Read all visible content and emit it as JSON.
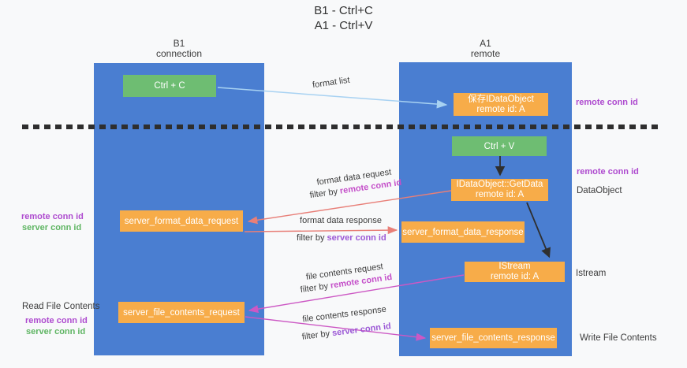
{
  "title": {
    "line1": "B1 - Ctrl+C",
    "line2": "A1 - Ctrl+V"
  },
  "lanes": {
    "left": {
      "name": "B1",
      "subtitle": "connection"
    },
    "right": {
      "name": "A1",
      "subtitle": "remote"
    }
  },
  "nodes": {
    "ctrl_c": {
      "label": "Ctrl + C"
    },
    "save_idataobject": {
      "line1": "保存IDataObject",
      "line2": "remote id: A"
    },
    "ctrl_v": {
      "label": "Ctrl + V"
    },
    "getdata": {
      "line1": "IDataObject::GetData",
      "line2": "remote id: A"
    },
    "format_request": {
      "label": "server_format_data_request"
    },
    "format_response": {
      "label": "server_format_data_response"
    },
    "istream": {
      "line1": "IStream",
      "line2": "remote id: A"
    },
    "file_request": {
      "label": "server_file_contents_request"
    },
    "file_response": {
      "label": "server_file_contents_response"
    }
  },
  "edges": {
    "format_list": {
      "label": "format list"
    },
    "format_data_request": {
      "title": "format data request",
      "filter_prefix": "filter by ",
      "filter_value": "remote conn id"
    },
    "format_data_response": {
      "title": "format data response",
      "filter_prefix": "filter by ",
      "filter_value": "server conn id"
    },
    "file_contents_request": {
      "title": "file contents request",
      "filter_prefix": "filter by ",
      "filter_value": "remote conn id"
    },
    "file_contents_response": {
      "title": "file contents response",
      "filter_prefix": "filter by ",
      "filter_value": "server conn id"
    }
  },
  "annotations": {
    "right_remote_conn_id_top": "remote conn id",
    "right_remote_conn_id_mid": "remote conn id",
    "dataobject": "DataObject",
    "istream": "Istream",
    "write_file_contents": "Write File Contents",
    "left_remote_conn_id_top": "remote conn id",
    "left_server_conn_id_top": "server conn id",
    "read_file_contents": "Read File Contents",
    "left_remote_conn_id_bottom": "remote conn id",
    "left_server_conn_id_bottom": "server conn id"
  },
  "colors": {
    "lane_blue": "#4A7ED1",
    "node_green": "#6EBD72",
    "node_orange": "#F7AC49",
    "arrow_light_blue": "#A8D2F2",
    "arrow_salmon": "#E87F78",
    "arrow_magenta": "#CC58C4",
    "arrow_black": "#2F2F2F",
    "text_remote_purple": "#AE4BCF",
    "text_server_violet": "#9C59D6",
    "text_server_green": "#5FB563"
  }
}
